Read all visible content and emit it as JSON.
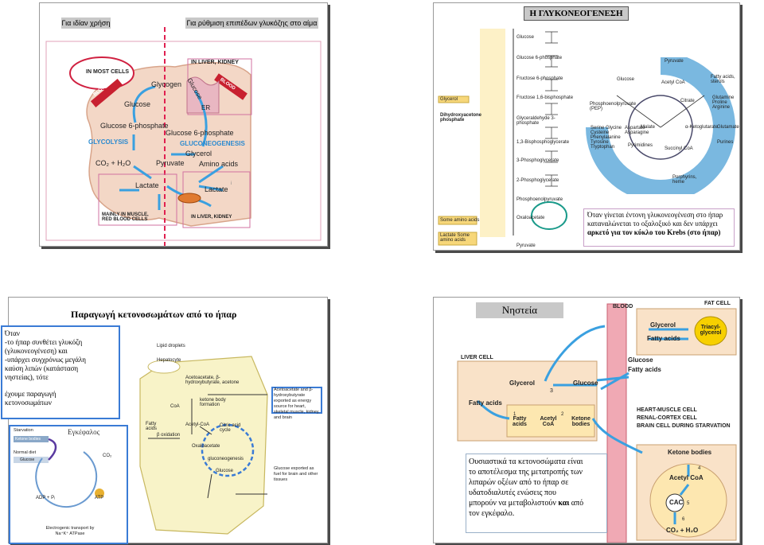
{
  "slide1": {
    "private_label": "Για ιδίαν χρήση",
    "blood_label": "Για ρύθμιση επιπέδων γλυκόζης στο αίμα",
    "in_most_cells": "IN MOST CELLS",
    "in_liver_kidney_top": "IN LIVER, KIDNEY",
    "in_liver_kidney_bottom": "IN LIVER, KIDNEY",
    "mainly_muscle": "MAINLY IN MUSCLE, RED BLOOD CELLS",
    "blood_left": "BLOOD",
    "blood_right": "BLOOD",
    "glycogen": "Glycogen",
    "glucose": "Glucose",
    "glucose_er": "Glucose",
    "er": "ER",
    "glucose6p_left": "Glucose 6-phosphate",
    "glucose6p_right": "Glucose 6-phosphate",
    "glycolysis": "GLYCOLYSIS",
    "gluconeogenesis": "GLUCONEOGENESIS",
    "glycerol": "Glycerol",
    "co2_h2o": "CO₂ + H₂O",
    "pyruvate": "Pyruvate",
    "amino_acids": "Amino acids",
    "lactate_left": "Lactate",
    "lactate_right": "Lactate"
  },
  "slide2": {
    "title": "Η ΓΛΥΚΟΝΕΟΓΕΝΕΣΗ",
    "caption_line1": "Όταν γίνεται έντονη γλυκονεογένεση στο ήπαρ",
    "caption_line2": "καταναλώνεται το οξαλοξικό και δεν υπάρχει",
    "caption_line3": "αρκετό για τον κύκλο του Krebs (στο ήπαρ)",
    "pathway": [
      "Glucose",
      "Glucose 6-phosphate",
      "Fructose 6-phosphate",
      "Fructose 1,6-bisphosphate",
      "Glyceraldehyde 3-phosphate",
      "1,3-Bisphosphoglycerate",
      "3-Phosphoglycerate",
      "2-Phosphoglycerate",
      "Phosphoenolpyruvate",
      "Oxaloacetate",
      "Pyruvate"
    ],
    "glycerol": "Glycerol",
    "dhap": "Dihydroxyacetone phosphate",
    "some_amino_acids": "Some amino acids",
    "lactate_block": "Lactate Some amino acids",
    "wheel_center": "Acetyl CoA",
    "wheel_items": [
      "Glucose",
      "Pyruvate",
      "Fatty acids, sterols",
      "Citrate",
      "Glutamine Proline Arginine",
      "α-Ketoglutarate",
      "Glutamate",
      "Purines",
      "Succinyl CoA",
      "Porphyrins, heme",
      "Malate",
      "Aspartate Asparagine",
      "Pyrimidines",
      "Serine Glycine Cysteine Phenylalanine Tyrosine Tryptophan",
      "Phosphoenolpyruvate (PEP)"
    ]
  },
  "slide3": {
    "title": "Παραγωγή κετονοσωμάτων από το ήπαρ",
    "side_when": "Όταν",
    "side_line1": "-το ήπαρ συνθέτει γλυκόζη",
    "side_line2": "(γλυκονεογένεση) και",
    "side_line3": "-υπάρχει συγχρόνως μεγάλη",
    "side_line4": "καύση λιπών (κατάσταση",
    "side_line5": "νηστείας), τότε",
    "side_result1": "έχουμε παραγωγή",
    "side_result2": "κετονοσωμάτων",
    "brain": "Εγκέφαλος",
    "lipid_droplets": "Lipid droplets",
    "hepatocyte": "Hepatocyte",
    "acetoacetate_top": "Acetoacetate, β-hydroxybutyrate, acetone",
    "ketone_formation": "ketone body formation",
    "coa": "CoA",
    "acetyl_coa": "Acetyl-CoA",
    "fatty_acids": "Fatty acids",
    "beta_ox": "β oxidation",
    "citric": "Citric acid cycle",
    "oxaloacetate": "Oxaloacetate",
    "gluconeogenesis": "gluconeogenesis",
    "glucose": "Glucose",
    "exported_ketones": "Acetoacetate and β-hydroxybutyrate exported as energy source for heart, skeletal muscle, kidney, and brain",
    "exported_glucose": "Glucose exported as fuel for brain and other tissues",
    "starvation": "Starvation",
    "ketone_bodies_small": "Ketone bodies",
    "normal_diet": "Normal diet",
    "glucose_small": "Glucose",
    "co2": "CO₂",
    "adp_pi": "ADP + Pᵢ",
    "atp": "ATP",
    "transport": "Electrogenic transport by Na⁺K⁺ ATPase"
  },
  "slide4": {
    "title": "Νηστεία",
    "blood": "BLOOD",
    "fat_cell": "FAT CELL",
    "glycerol_fat": "Glycerol",
    "fatty_acids_fat": "Fatty acids",
    "triacyl": "Triacyl-glycerol",
    "liver_cell": "LIVER CELL",
    "glycerol_liver": "Glycerol",
    "glucose_liver": "Glucose",
    "step3": "3",
    "glucose_blood": "Glucose",
    "fatty_acids_blood": "Fatty acids",
    "fatty_acids_liver": "Fatty acids",
    "fatty_acids_box": "Fatty acids",
    "acetyl_coa_box": "Acetyl CoA",
    "ketone_box": "Ketone bodies",
    "step1": "1",
    "step2": "2",
    "heart": "HEART-MUSCLE CELL",
    "renal": "RENAL-CORTEX CELL",
    "brain": "BRAIN CELL DURING STARVATION",
    "ketone_brain": "Ketone bodies",
    "step4": "4",
    "acetyl_coa_brain": "Acetyl CoA",
    "cac": "CAC",
    "step5": "5",
    "step6": "6",
    "co2h2o": "CO₂ + H₂O",
    "text_line1": "Ουσιαστικά τα κετονοσώματα είναι",
    "text_line2": "το αποτέλεσμα της μετατροπής των",
    "text_line3": "λιπαρών οξέων από το ήπαρ σε",
    "text_line4": "υδατοδιαλυτές ενώσεις που",
    "text_line5a": "μπορούν να μεταβολιστούν",
    "text_line5b": "και",
    "text_line5c": "από",
    "text_line6": "τον εγκέφαλο."
  }
}
